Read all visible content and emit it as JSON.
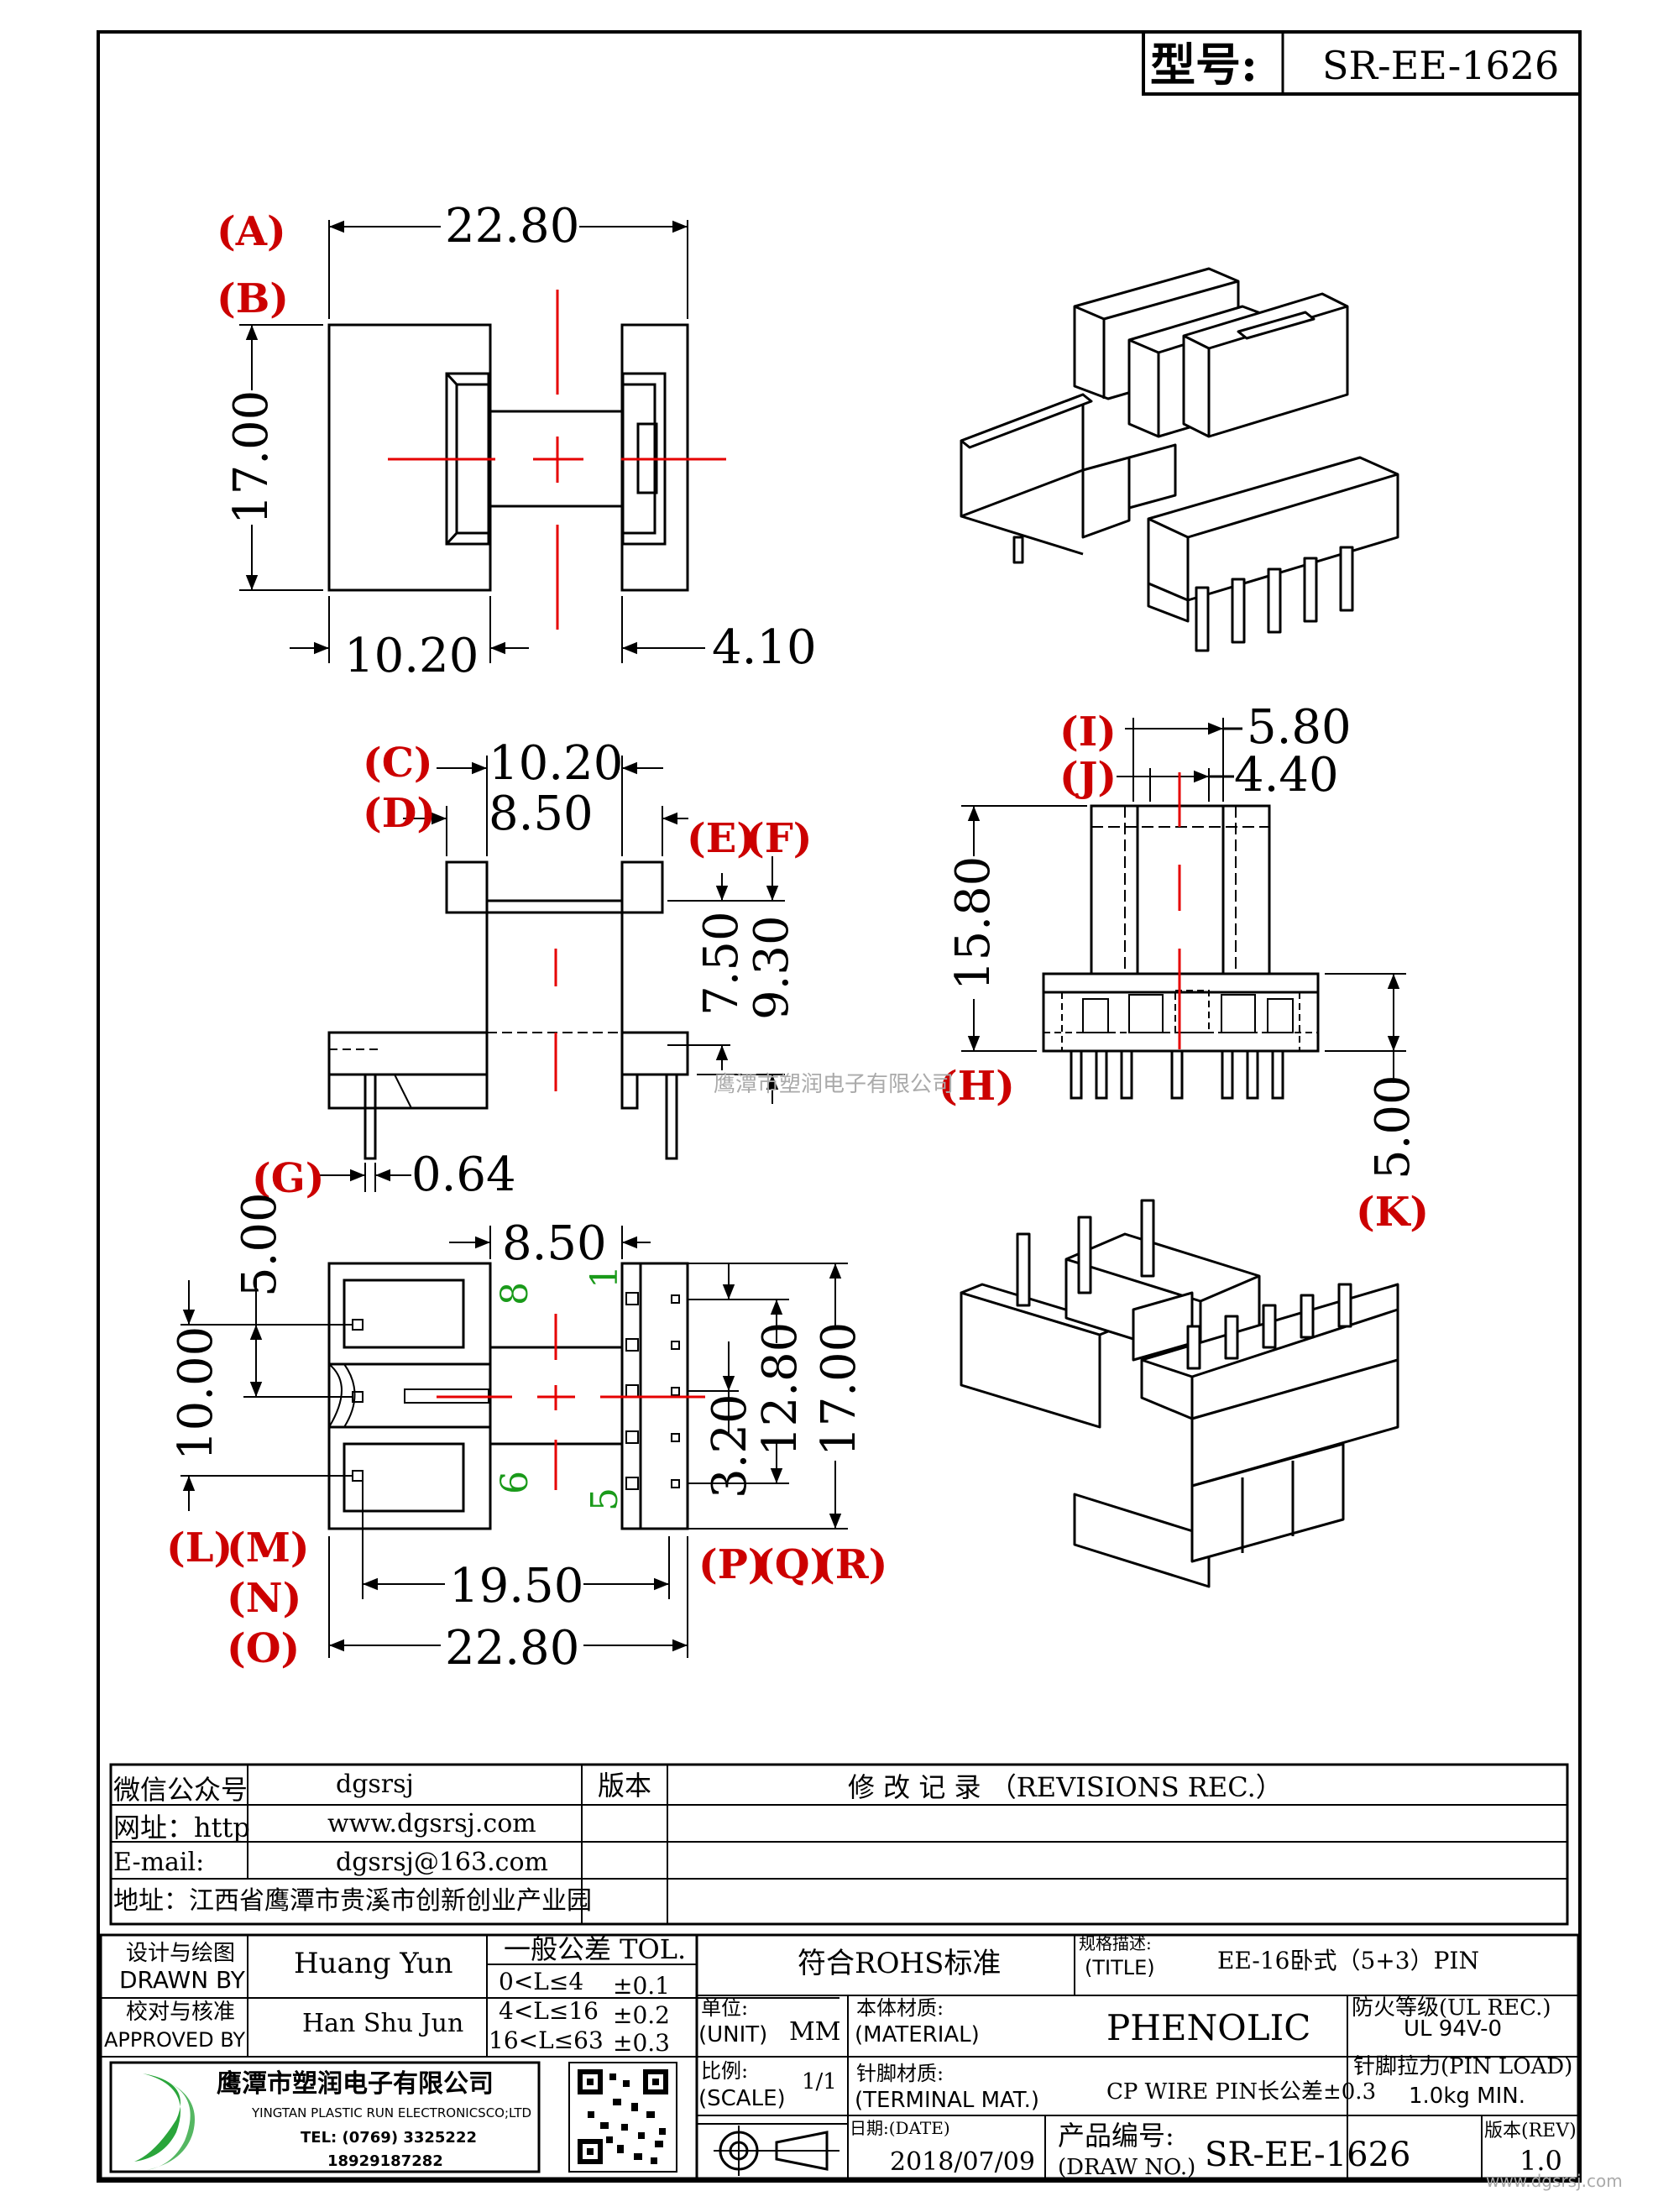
{
  "header": {
    "model_label": "型号:",
    "model_value": "SR-EE-1626"
  },
  "colors": {
    "ink": "#000000",
    "dim_letter": "#cc0000",
    "centerline": "#e60000",
    "pin_number": "#1a9a1a",
    "watermark": "#aaaaaa",
    "logo_green": "#2aa53b"
  },
  "watermark": "鹰潭市塑润电子有限公司",
  "corner_mark": "www.dgsrsj.com",
  "top_view": {
    "letters": [
      "(A)",
      "(B)"
    ],
    "dims": {
      "width": "22.80",
      "height": "17.00",
      "left": "10.20",
      "right": "4.10"
    }
  },
  "side_view": {
    "letters": [
      "(C)",
      "(D)",
      "(E)",
      "(F)",
      "(G)"
    ],
    "dims": {
      "c": "10.20",
      "d": "8.50",
      "e": "7.50",
      "f": "9.30",
      "g": "0.64"
    }
  },
  "front_view": {
    "letters": [
      "(I)",
      "(J)",
      "(H)",
      "(K)"
    ],
    "dims": {
      "i": "5.80",
      "j": "4.40",
      "h": "15.80",
      "k": "5.00"
    }
  },
  "bottom_view": {
    "letters": [
      "(L)",
      "(M)",
      "(N)",
      "(O)",
      "(P)",
      "(Q)",
      "(R)"
    ],
    "dims": {
      "top": "8.50",
      "l": "5.00",
      "m": "10.00",
      "n": "19.50",
      "o": "22.80",
      "p": "3.20",
      "q": "12.80",
      "r": "17.00"
    },
    "pin_numbers": {
      "p1": "1",
      "p5": "5",
      "p6": "6",
      "p8": "8"
    }
  },
  "info_table": {
    "wechat_label": "微信公众号",
    "wechat_value": "dgsrsj",
    "web_label": "网址：http",
    "web_value": "www.dgsrsj.com",
    "email_label": "E-mail:",
    "email_value": "dgsrsj@163.com",
    "address": "地址：江西省鹰潭市贵溪市创新创业产业园",
    "version_label": "版本",
    "revisions_title": "修 改 记 录 （REVISIONS REC.）"
  },
  "title_block": {
    "drawn_label_cn": "设计与绘图",
    "drawn_label_en": "DRAWN BY",
    "drawn_value": "Huang Yun",
    "approved_label_cn": "校对与核准",
    "approved_label_en": "APPROVED BY",
    "approved_value": "Han Shu Jun",
    "tol_title": "一般公差 TOL.",
    "tol_rows": [
      {
        "range": "0<L≤4",
        "tol": "±0.1"
      },
      {
        "range": "4<L≤16",
        "tol": "±0.2"
      },
      {
        "range": "16<L≤63",
        "tol": "±0.3"
      }
    ],
    "rohs": "符合ROHS标准",
    "title_label_cn": "规格描述:",
    "title_label_en": "(TITLE)",
    "title_value": "EE-16卧式（5+3）PIN",
    "unit_label_cn": "单位:",
    "unit_label_en": "(UNIT)",
    "unit_value": "MM",
    "material_label_cn": "本体材质:",
    "material_label_en": "(MATERIAL)",
    "material_value": "PHENOLIC",
    "fire_label": "防火等级(UL REC.)",
    "fire_value": "UL 94V-0",
    "scale_label_cn": "比例:",
    "scale_label_en": "(SCALE)",
    "scale_value": "1/1",
    "terminal_label_cn": "针脚材质:",
    "terminal_label_en": "(TERMINAL MAT.)",
    "terminal_value": "CP WIRE  PIN长公差±0.3",
    "pin_load_label": "针脚拉力(PIN LOAD)",
    "pin_load_value": "1.0kg MIN.",
    "date_label": "日期:(DATE)",
    "date_value": "2018/07/09",
    "drawno_label_cn": "产品编号:",
    "drawno_label_en": "(DRAW NO.)",
    "drawno_value": "SR-EE-1626",
    "rev_label": "版本(REV)",
    "rev_value": "1.0",
    "company_cn": "鹰潭市塑润电子有限公司",
    "company_en": "YINGTAN PLASTIC RUN ELECTRONICSCO;LTD",
    "tel": "TEL: (0769) 3325222",
    "mobile": "18929187282"
  }
}
